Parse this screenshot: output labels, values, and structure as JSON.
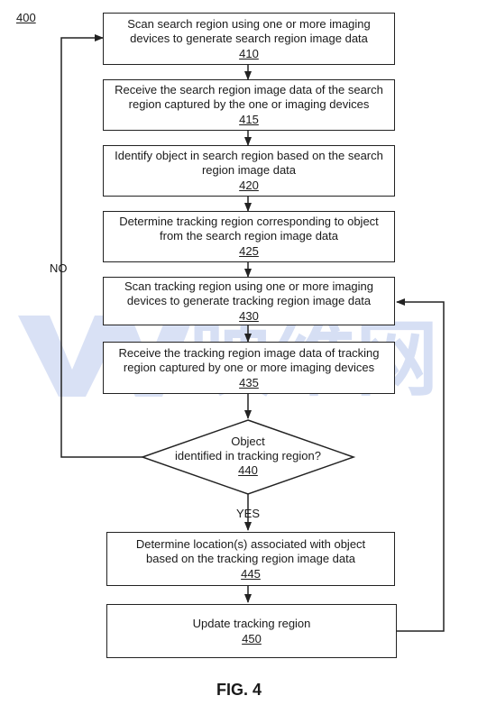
{
  "figure_ref": "400",
  "figure_caption": "FIG. 4",
  "steps": [
    {
      "line1": "Scan search region using one or more imaging",
      "line2": "devices to generate search region image data",
      "ref": "410"
    },
    {
      "line1": "Receive the search region image data of the search",
      "line2": "region captured by the one or imaging devices",
      "ref": "415"
    },
    {
      "line1": "Identify object in search region based on the search",
      "line2": "region image data",
      "ref": "420"
    },
    {
      "line1": "Determine tracking region corresponding to object",
      "line2": "from the search region image data",
      "ref": "425"
    },
    {
      "line1": "Scan tracking region using one or more imaging",
      "line2": "devices to generate tracking region image data",
      "ref": "430"
    },
    {
      "line1": "Receive the tracking region image data of tracking",
      "line2": "region captured by one or more imaging devices",
      "ref": "435"
    },
    {
      "line1": "Determine location(s) associated with object",
      "line2": "based on the tracking region image data",
      "ref": "445"
    },
    {
      "line1": "Update tracking region",
      "line2": "",
      "ref": "450"
    }
  ],
  "decision": {
    "line1": "Object",
    "line2": "identified in tracking region?",
    "ref": "440"
  },
  "labels": {
    "no": "NO",
    "yes": "YES"
  },
  "watermark": {
    "text": "映维网",
    "color": "#c8d4f0"
  }
}
